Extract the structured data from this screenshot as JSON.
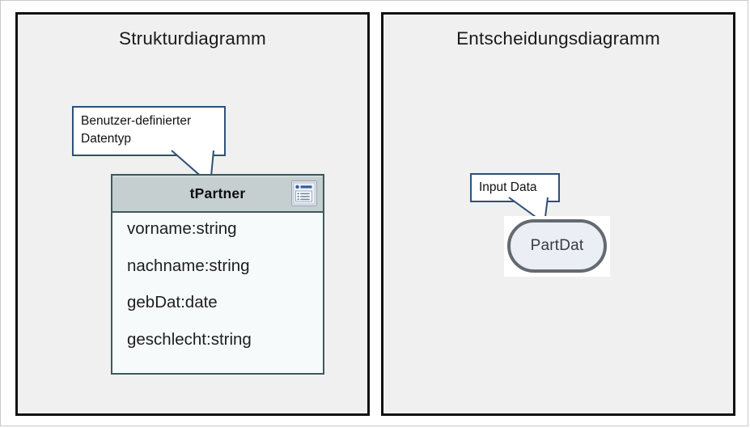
{
  "colors": {
    "panel_background": "#f0f0f0",
    "panel_border": "#121212",
    "callout_border": "#2e5077",
    "class_header_fill": "#c5cfd0",
    "class_border": "#3d5a5e",
    "class_body_fill": "#f7fafa",
    "node_border": "#646a72",
    "node_fill": "#eceef6",
    "text": "#1a1a1a"
  },
  "left_panel": {
    "title": "Strukturdiagramm",
    "callout": {
      "text": "Benutzer-definierter Datentyp"
    },
    "class_box": {
      "name": "tPartner",
      "icon": "form-list-icon",
      "attributes": [
        "vorname:string",
        "nachname:string",
        "gebDat:date",
        "geschlecht:string"
      ]
    }
  },
  "right_panel": {
    "title": "Entscheidungsdiagramm",
    "callout": {
      "text": "Input Data"
    },
    "node": {
      "label": "PartDat",
      "shape": "stadium"
    }
  }
}
